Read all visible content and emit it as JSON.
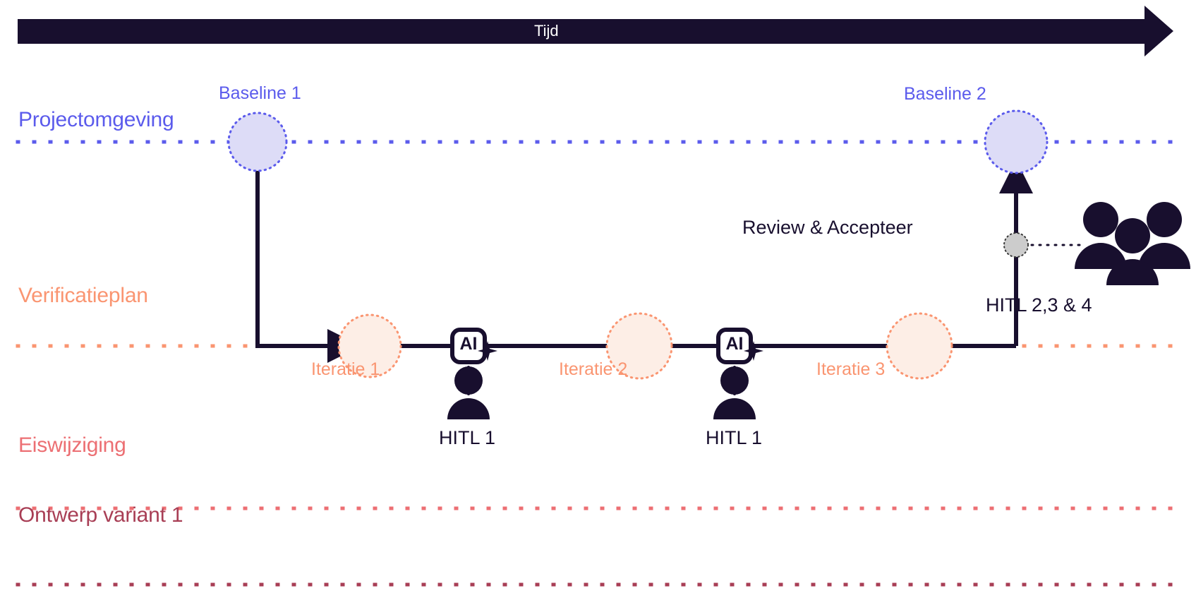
{
  "diagram": {
    "title": "Tijd",
    "time_axis": {
      "label": "Tijd",
      "direction": "left-to-right",
      "bar_color": "#180f2e",
      "text_color": "#ffffff"
    },
    "lanes": [
      {
        "id": "projectomgeving",
        "label": "Projectomgeving",
        "color": "#5b5bec",
        "line_style": "dotted"
      },
      {
        "id": "verificatieplan",
        "label": "Verificatieplan",
        "color": "#fa9571",
        "line_style": "dotted"
      },
      {
        "id": "eiswijziging",
        "label": "Eiswijziging",
        "color": "#ec6f73",
        "line_style": "dotted"
      },
      {
        "id": "ontwerp-variant-1",
        "label": "Ontwerp variant 1",
        "color": "#a83e55",
        "line_style": "dotted"
      }
    ],
    "nodes": [
      {
        "id": "baseline-1",
        "label": "Baseline 1",
        "lane": "projectomgeving",
        "fill": "#dddcf7",
        "stroke": "#5b5bec",
        "label_position": "above"
      },
      {
        "id": "baseline-2",
        "label": "Baseline 2",
        "lane": "projectomgeving",
        "fill": "#dddcf7",
        "stroke": "#5b5bec",
        "label_position": "above"
      },
      {
        "id": "iteratie-1",
        "label": "Iteratie 1",
        "lane": "verificatieplan",
        "fill": "#fdeee6",
        "stroke": "#fa9571",
        "label_position": "below"
      },
      {
        "id": "iteratie-2",
        "label": "Iteratie 2",
        "lane": "verificatieplan",
        "fill": "#fdeee6",
        "stroke": "#fa9571",
        "label_position": "below"
      },
      {
        "id": "iteratie-3",
        "label": "Iteratie 3",
        "lane": "verificatieplan",
        "fill": "#fdeee6",
        "stroke": "#fa9571",
        "label_position": "below"
      },
      {
        "id": "review-accepteer",
        "label": "Review & Accepteer",
        "fill": "#cccccc",
        "stroke": "#3a3a3a",
        "label_position": "left"
      }
    ],
    "ai_markers": [
      {
        "id": "ai-marker-1",
        "label": "AI",
        "icon": "ai-sparkle-icon"
      },
      {
        "id": "ai-marker-2",
        "label": "AI",
        "icon": "ai-sparkle-icon"
      }
    ],
    "human_actors": [
      {
        "id": "hitl-1-a",
        "label": "HITL 1",
        "icon": "person-icon",
        "count": 1
      },
      {
        "id": "hitl-1-b",
        "label": "HITL 1",
        "icon": "person-icon",
        "count": 1
      },
      {
        "id": "hitl-234",
        "label": "HITL 2,3 & 4",
        "icon": "people-group-icon",
        "count": 3
      }
    ],
    "colors": {
      "ink": "#180f2e",
      "blue": "#5b5bec",
      "blue_fill": "#dddcf7",
      "coral": "#fa9571",
      "coral_fill": "#fdeee6",
      "red": "#ec6f73",
      "maroon": "#a83e55",
      "grey_fill": "#cccccc",
      "background": "#ffffff"
    }
  }
}
